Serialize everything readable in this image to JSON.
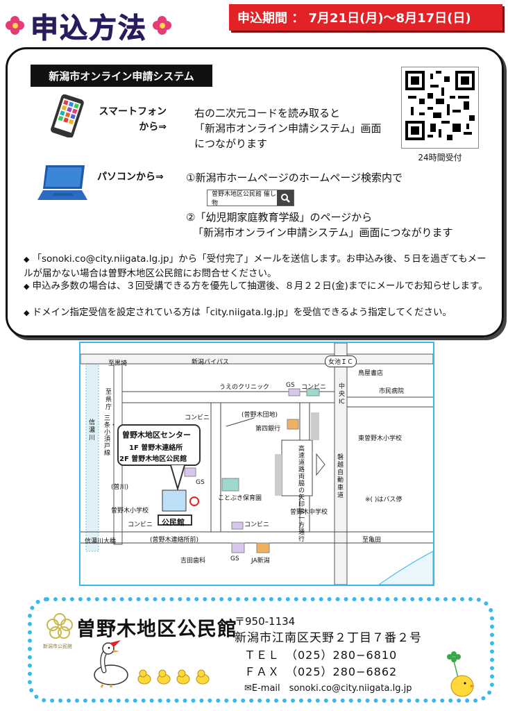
{
  "header": {
    "title": "申込方法",
    "period": "申込期間 ： 7月21日(月)～8月17日(日)"
  },
  "system": {
    "label": "新潟市オンライン申請システム",
    "smartphone_label_1": "スマートフォン",
    "smartphone_label_2": "から⇒",
    "smartphone_desc_1": "右の二次元コードを読み取ると",
    "smartphone_desc_2": "「新潟市オンライン申請システム」画面",
    "smartphone_desc_3": "につながります",
    "qr_caption": "24時間受付",
    "pc_label": "パソコンから⇒",
    "pc_step1": "①新潟市ホームページのホームページ検索内で",
    "search_text": "曽野木地区公民館 催し物",
    "pc_step2_1": "②「幼児期家庭教育学級」のページから",
    "pc_step2_2": "「新潟市オンライン申請システム」画面につながります"
  },
  "notes": [
    "「sonoki.co@city.niigata.lg.jp」から「受付完了」メールを送信します。お申込み後、５日を過ぎてもメールが届かない場合は曽野木地区公民館にお問合せください。",
    "申込み多数の場合は、３回受講できる方を優先して抽選後、８月２２日(金)までにメールでお知らせします。",
    "ドメイン指定受信を設定されている方は「city.niigata.lg.jp」を受信できるよう指定してください。"
  ],
  "map": {
    "shiguro": "至黒埼",
    "bypass": "新潟バイパス",
    "megame_ic": "女池ＩＣ",
    "torii": "鳥屋書店",
    "shimin": "市民病院",
    "ue_clinic": "うえのクリニック",
    "gs1": "GS",
    "konbini1": "コンビニ",
    "chuo_ic": "中央IC",
    "kenso": "至県庁",
    "sanjo": "三条・小須戸線",
    "shinano": "信濃川",
    "konbini2": "コンビニ",
    "danchi": "(曽野木団地)",
    "daishi": "第四銀行",
    "higashi_school": "東曽野木小学校",
    "center_name": "曽野木地区センター",
    "center_1f": "1F 曽野木連絡所",
    "center_2f": "2F 曽野木地区公民館",
    "highway_note": "高速道路両脇の矢印は一方通行",
    "bandai": "磐越自動車道",
    "sogawa": "(曽川)",
    "gs2": "GS",
    "kotobuki": "ことぶき保育園",
    "bus_note": "※( )はバス停",
    "elem": "曽野木小学校",
    "kominkan": "公民館",
    "junior": "曽野木中学校",
    "konbini3": "コンビニ",
    "konbini4": "コンビニ",
    "ohashi": "信濃川大橋",
    "renrakusho_mae": "(曽野木連絡所前)",
    "kameda": "至亀田",
    "yoshida": "吉田歯科",
    "gs3": "GS",
    "ja": "JA新潟"
  },
  "footer": {
    "name": "曽野木地区公民館",
    "logo_caption": "新潟市公民館",
    "postal": "〒950-1134",
    "address": "新潟市江南区天野２丁目７番２号",
    "tel": "ＴＥＬ　（025）280−6810",
    "fax": "ＦＡＸ　（025）280−6862",
    "email": "✉E-mail　sonoki.co@city.niigata.lg.jp"
  },
  "colors": {
    "accent_red": "#e32227",
    "title_navy": "#2a1a5e",
    "map_border": "#3ab8ee",
    "footer_dots": "#3ab8ee"
  }
}
